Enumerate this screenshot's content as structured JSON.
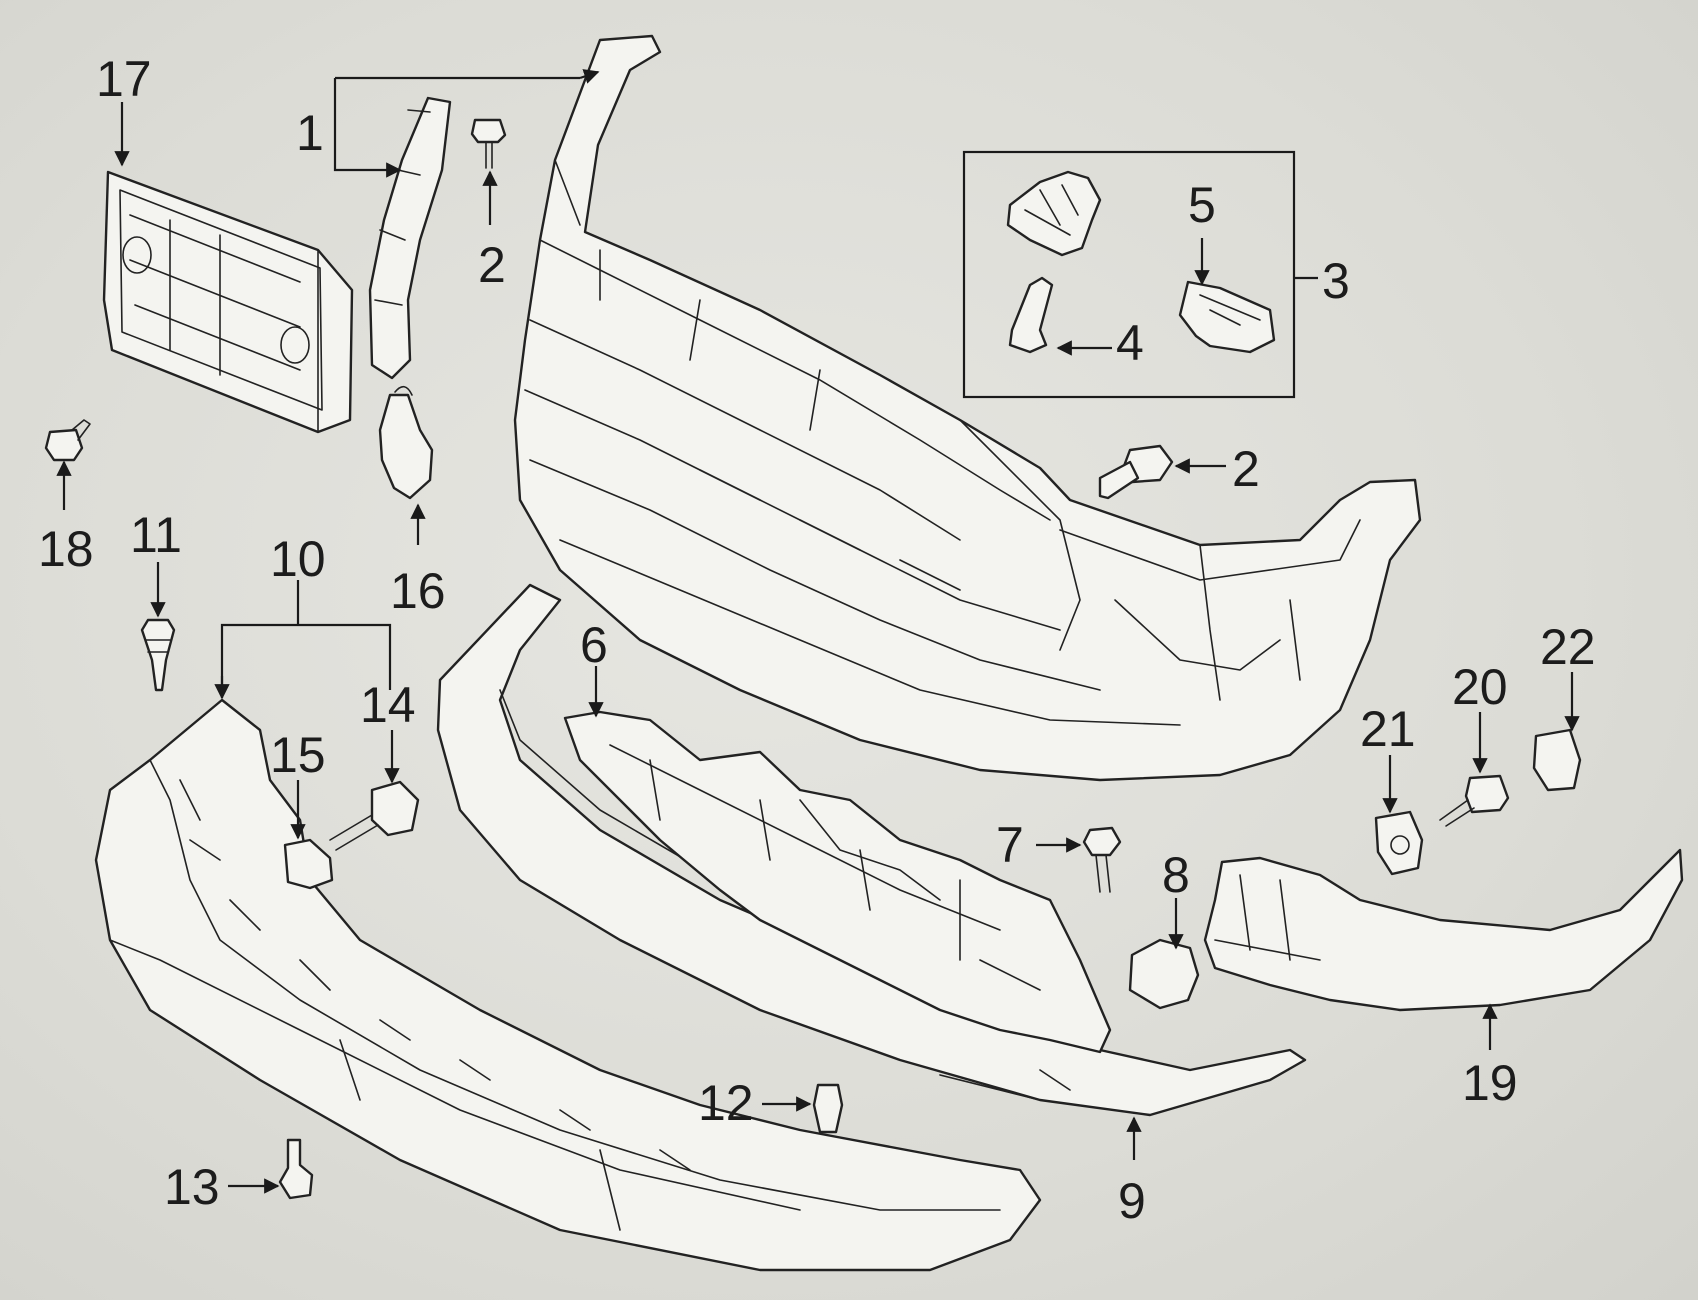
{
  "diagram": {
    "callouts": [
      {
        "id": "c17",
        "label": "17"
      },
      {
        "id": "c1",
        "label": "1"
      },
      {
        "id": "c2a",
        "label": "2"
      },
      {
        "id": "c2b",
        "label": "2"
      },
      {
        "id": "c3",
        "label": "3"
      },
      {
        "id": "c4",
        "label": "4"
      },
      {
        "id": "c5",
        "label": "5"
      },
      {
        "id": "c6",
        "label": "6"
      },
      {
        "id": "c7",
        "label": "7"
      },
      {
        "id": "c8",
        "label": "8"
      },
      {
        "id": "c9",
        "label": "9"
      },
      {
        "id": "c10",
        "label": "10"
      },
      {
        "id": "c11",
        "label": "11"
      },
      {
        "id": "c12",
        "label": "12"
      },
      {
        "id": "c13",
        "label": "13"
      },
      {
        "id": "c14",
        "label": "14"
      },
      {
        "id": "c15",
        "label": "15"
      },
      {
        "id": "c16",
        "label": "16"
      },
      {
        "id": "c18",
        "label": "18"
      },
      {
        "id": "c19",
        "label": "19"
      },
      {
        "id": "c20",
        "label": "20"
      },
      {
        "id": "c21",
        "label": "21"
      },
      {
        "id": "c22",
        "label": "22"
      }
    ]
  }
}
